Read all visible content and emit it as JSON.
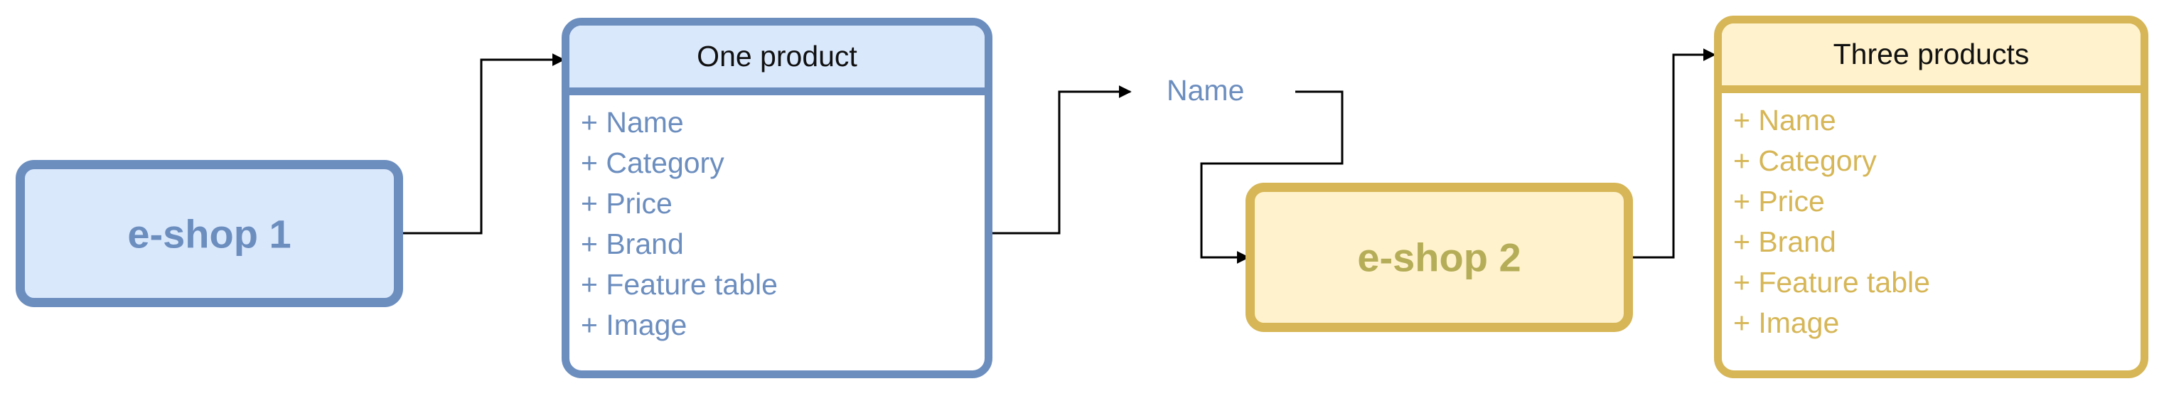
{
  "colors": {
    "blue_fill": "#dae8fc",
    "blue_stroke": "#6c8ebf",
    "yellow_fill": "#fff2cc",
    "yellow_stroke": "#d6b656",
    "yellow_text": "#b5ad57",
    "edge": "#000000"
  },
  "shop1": {
    "label": "e-shop 1"
  },
  "product_one": {
    "title": "One product",
    "fields": [
      "+ Name",
      "+ Category",
      "+ Price",
      "+ Brand",
      "+ Feature table",
      "+ Image"
    ]
  },
  "name_label": "Name",
  "shop2": {
    "label": "e-shop 2"
  },
  "product_three": {
    "title": "Three products",
    "fields": [
      "+ Name",
      "+ Category",
      "+ Price",
      "+ Brand",
      "+ Feature table",
      "+ Image"
    ]
  }
}
